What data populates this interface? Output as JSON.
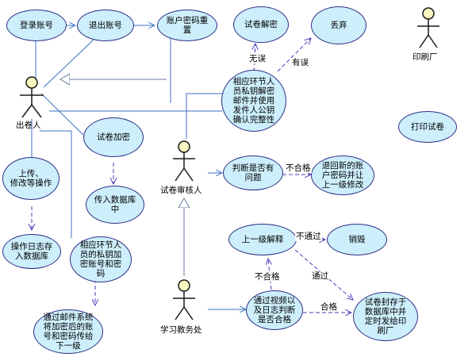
{
  "actors": {
    "author": "出卷人",
    "reviewer": "试卷审核人",
    "academic": "学习教务处",
    "printer": "印刷厂"
  },
  "nodes": {
    "login": "登录账号",
    "logout": "退出账号",
    "reset_pwd": "账户密码重\n置",
    "decrypt_ok": "试卷解密",
    "discard": "丢弃",
    "decrypt_verify": "相应环节人\n员私钥解密\n邮件并使用\n发件人公钥\n确认完整性",
    "encrypt": "试卷加密",
    "upload": "上传、\n修改等操作",
    "to_db": "传入数据库\n中",
    "log_db": "操作日志存\n入数据库",
    "decrypt_account": "相应环节人\n员的私钥加\n密账号和密\n码",
    "mail_send": "通过邮件系统\n将加密后的账\n号和密码传给\n下一级",
    "judge": "判断是否有\n问题",
    "return_modify": "退回新的账\n户密码并让\n上一级修改",
    "upper_explain": "上一级解释",
    "destroy": "销毁",
    "video_judge": "通过视频以\n及日志判断\n是否合格",
    "store_print": "试卷封存于\n数据库中并\n定时发给印\n刷厂",
    "print": "打印试卷"
  },
  "edge_labels": {
    "no_error": "无误",
    "has_error": "有误",
    "unqualified1": "不合格",
    "not_pass": "不通过",
    "pass": "通过",
    "unqualified2": "不合格",
    "qualified": "合格"
  },
  "colors": {
    "node_fill": "#cdeefb",
    "node_stroke": "#2d2f86",
    "line_solid": "#3d6fc7",
    "line_dashed": "#4a3fb8",
    "actor_stroke": "#1a1a1a",
    "actor_head": "#fdf6c0"
  }
}
